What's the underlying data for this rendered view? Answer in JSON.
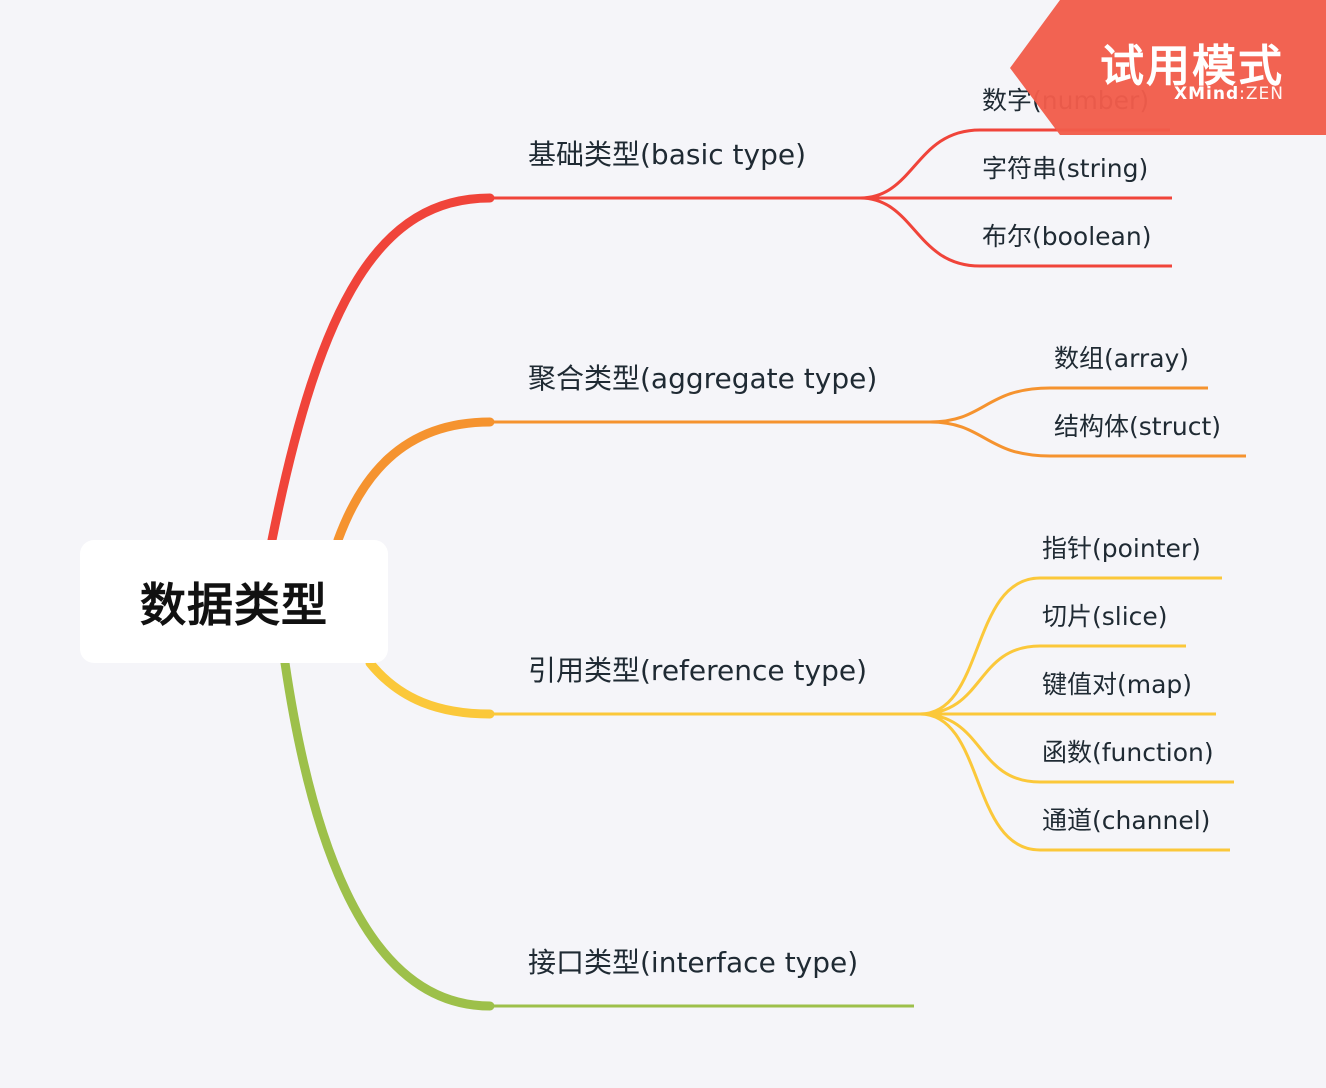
{
  "root": {
    "label": "数据类型"
  },
  "branches": [
    {
      "label": "基础类型(basic type)",
      "color": "#f0443a",
      "children": [
        "数字(number)",
        "字符串(string)",
        "布尔(boolean)"
      ]
    },
    {
      "label": "聚合类型(aggregate type)",
      "color": "#f5932f",
      "children": [
        "数组(array)",
        "结构体(struct)"
      ]
    },
    {
      "label": "引用类型(reference type)",
      "color": "#fbc83a",
      "children": [
        "指针(pointer)",
        "切片(slice)",
        "键值对(map)",
        "函数(function)",
        "通道(channel)"
      ]
    },
    {
      "label": "接口类型(interface type)",
      "color": "#9dc04a",
      "children": []
    }
  ],
  "badge": {
    "title": "试用模式",
    "brand_bold": "XMind",
    "brand_sep": ":",
    "brand_light": "ZEN",
    "color": "#f15d4b"
  }
}
